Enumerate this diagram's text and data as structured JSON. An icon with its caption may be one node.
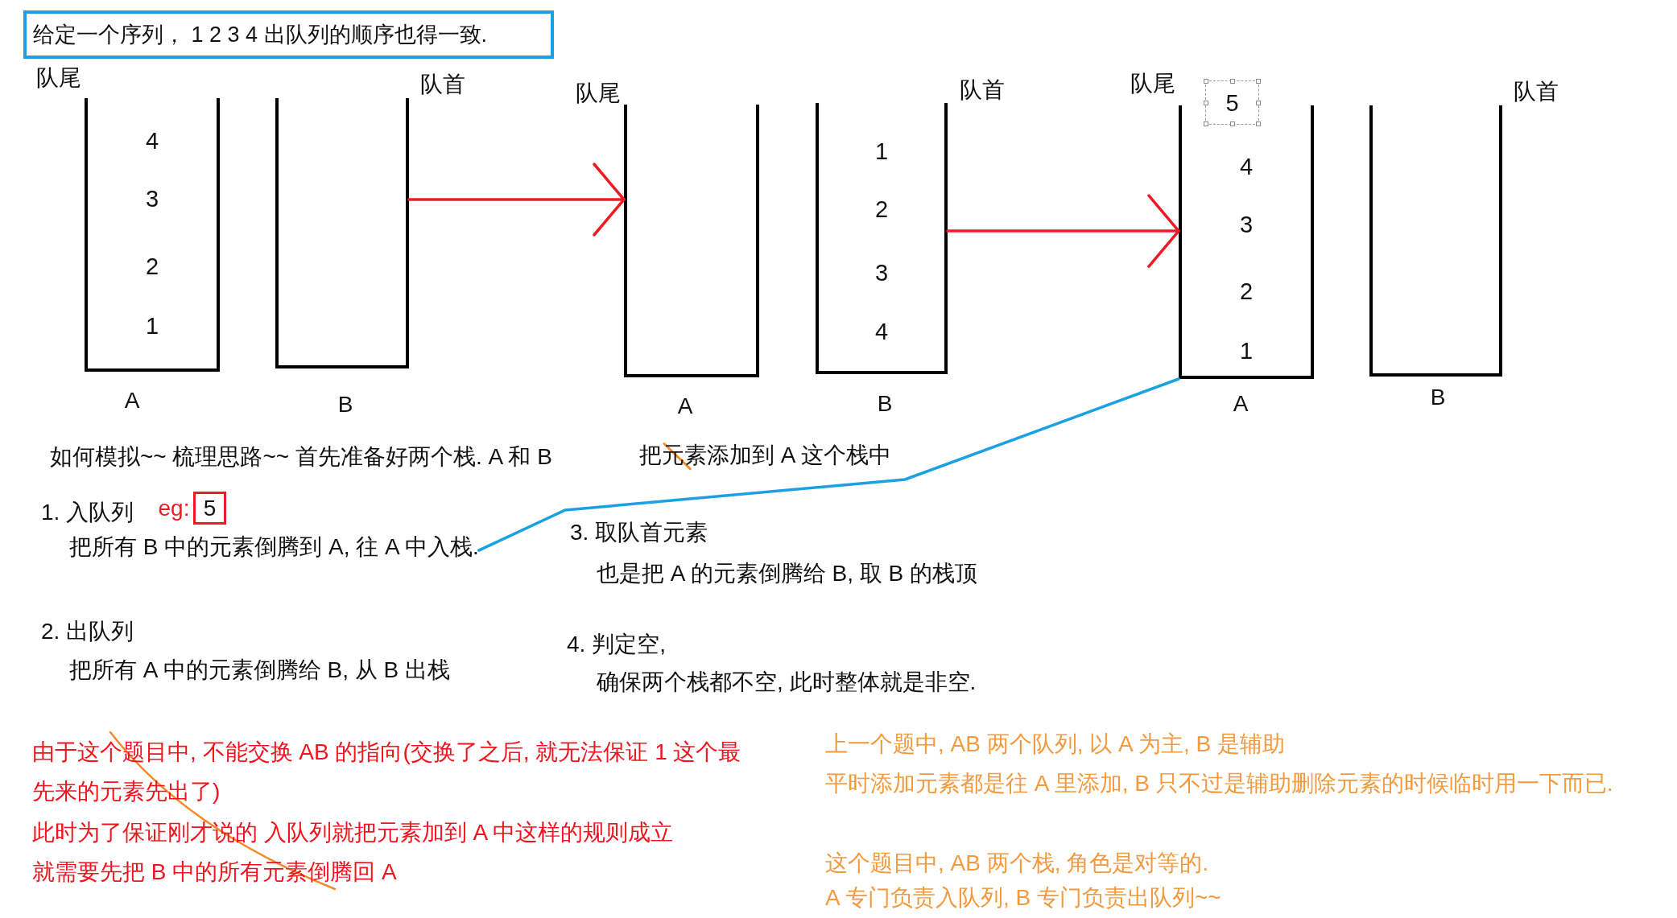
{
  "diagram": {
    "title": "给定一个序列， 1 2 3 4 出队列的顺序也得一致.",
    "nodes": [
      {
        "text": [
          "4",
          "3",
          "2",
          "1"
        ],
        "beside": [
          "队尾",
          "A"
        ]
      },
      {
        "text": [],
        "shape": "box",
        "beside": [
          "队首",
          "B"
        ]
      },
      {
        "text": [],
        "shape": "box",
        "beside": [
          "队尾",
          "A"
        ]
      },
      {
        "text": [
          "1",
          "2",
          "3",
          "4"
        ],
        "beside": [
          "队首",
          "B"
        ]
      },
      {
        "text": [
          "5"
        ]
      },
      {
        "text": [
          "4",
          "3",
          "2",
          "1"
        ],
        "beside": [
          "队尾",
          "A"
        ]
      },
      {
        "text": [],
        "shape": "box",
        "beside": [
          "队首",
          "B"
        ]
      },
      {
        "text": [
          "1. 入队列",
          "把所有 B 中的元素倒腾到 A, 往 A 中入栈."
        ]
      },
      {
        "text": [
          "5"
        ],
        "beside": [
          "eg:"
        ]
      }
    ],
    "edges": [
      {
        "from": 1,
        "to": 2,
        "arrow": "to"
      },
      {
        "from": 3,
        "to": 5,
        "arrow": "to"
      },
      {
        "from": 7,
        "to": 5,
        "arrow": "none",
        "color": "#1ba1e2"
      }
    ],
    "labels": [
      "如何模拟~~ 梳理思路~~ 首先准备好两个栈. A 和 B",
      "把元素添加到 A 这个栈中",
      "3. 取队首元素",
      "也是把 A 的元素倒腾给 B, 取 B 的栈顶",
      "2. 出队列",
      "把所有 A 中的元素倒腾给 B, 从 B 出栈",
      "4. 判定空,",
      "确保两个栈都不空, 此时整体就是非空.",
      "由于这个题目中, 不能交换 AB 的指向(交换了之后, 就无法保证 1 这个最先来的元素先出了)",
      "此时为了保证刚才说的 入队列就把元素加到 A 中这样的规则成立",
      "就需要先把 B 中的所有元素倒腾回 A",
      "上一个题中, AB 两个队列, 以 A 为主, B 是辅助",
      "平时添加元素都是往 A 里添加, B 只不过是辅助删除元素的时候临时用一下而已.",
      "这个题目中, AB 两个栈, 角色是对等的.",
      "A 专门负责入队列, B 专门负责出队列~~"
    ]
  }
}
